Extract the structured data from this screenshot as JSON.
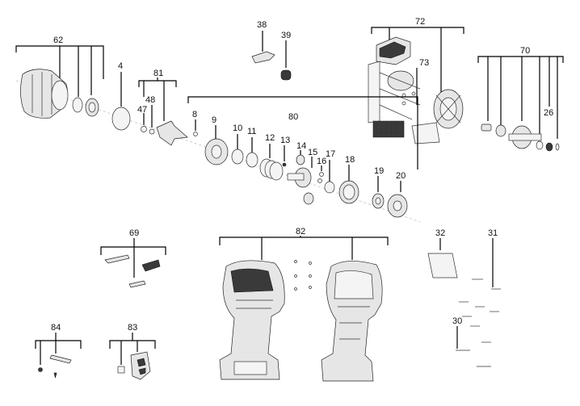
{
  "labels": {
    "p62": "62",
    "p4": "4",
    "p81": "81",
    "p48": "48",
    "p47": "47",
    "p38": "38",
    "p39": "39",
    "p72": "72",
    "p73": "73",
    "p70": "70",
    "p26": "26",
    "p80": "80",
    "p8": "8",
    "p9": "9",
    "p10": "10",
    "p11": "11",
    "p12": "12",
    "p13": "13",
    "p14": "14",
    "p15": "15",
    "p16": "16",
    "p17": "17",
    "p18": "18",
    "p19": "19",
    "p20": "20",
    "p69": "69",
    "p82": "82",
    "p32": "32",
    "p31": "31",
    "p30": "30",
    "p84": "84",
    "p83": "83"
  },
  "colors": {
    "line": "#000000",
    "part_fill": "#e6e6e6",
    "dark_fill": "#3a3a3a"
  }
}
